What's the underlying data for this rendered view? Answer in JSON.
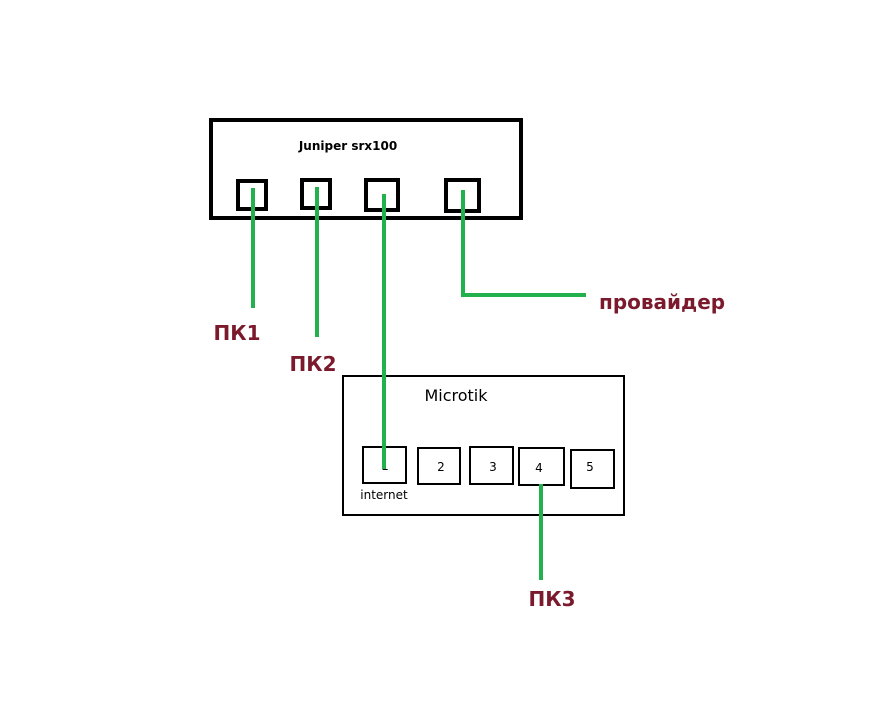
{
  "colors": {
    "cable": "#22b14c",
    "label": "#7a1a2c",
    "outline": "#000000"
  },
  "juniper": {
    "title": "Juniper srx100"
  },
  "microtik": {
    "title": "Microtik",
    "ports": [
      "1",
      "2",
      "3",
      "4",
      "5"
    ],
    "port1_caption": "internet"
  },
  "endpoints": {
    "pc1": "ПК1",
    "pc2": "ПК2",
    "pc3": "ПК3",
    "provider": "провайдер"
  }
}
